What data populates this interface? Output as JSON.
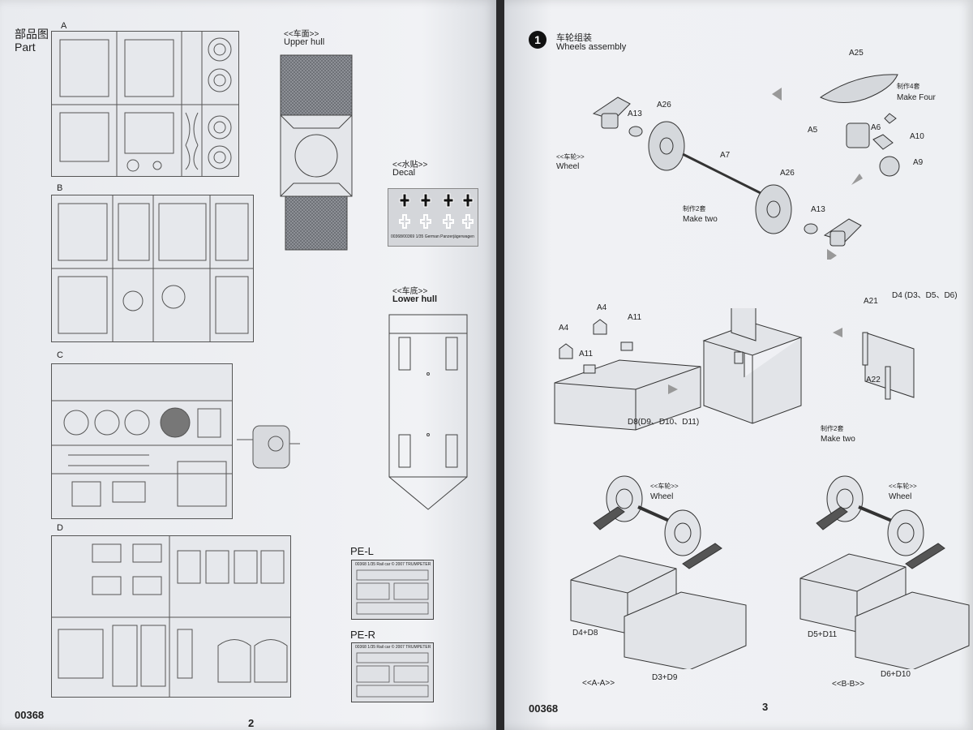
{
  "left_page": {
    "parts_title_cn": "部品图",
    "parts_title_en": "Part",
    "sprue_labels": [
      "A",
      "B",
      "C",
      "D"
    ],
    "upper_hull_cn": "<<车面>>",
    "upper_hull_en": "Upper hull",
    "decal_cn": "<<水贴>>",
    "decal_en": "Decal",
    "decal_sheet_caption": "00368/00369 1/35 German Panzerjägerwagen",
    "lower_hull_cn": "<<车底>>",
    "lower_hull_en": "Lower hull",
    "pe_left_label": "PE-L",
    "pe_right_label": "PE-R",
    "pe_left_caption": "00368 1/35 Rail car      © 2007 TRUMPETER",
    "pe_right_caption": "00368 1/35 Rail car      © 2007 TRUMPETER",
    "footer_code": "00368",
    "page_number": "2"
  },
  "right_page": {
    "step_number": "1",
    "step_title_cn": "车轮组装",
    "step_title_en": "Wheels assembly",
    "part_labels": {
      "a25": "A25",
      "a13_top": "A13",
      "a26_top": "A26",
      "a5": "A5",
      "a6": "A6",
      "a10": "A10",
      "a9": "A9",
      "a7": "A7",
      "a26_bottom": "A26",
      "a13_bottom": "A13",
      "a4_top": "A4",
      "a11_top": "A11",
      "a4_left": "A4",
      "a11_left": "A11",
      "d8": "D8(D9、D10、D11)",
      "a21": "A21",
      "d4": "D4 (D3、D5、D6)",
      "a22": "A22",
      "d4d8": "D4+D8",
      "d3d9": "D3+D9",
      "d5d11": "D5+D11",
      "d6d10": "D6+D10"
    },
    "make_four_cn": "制作4套",
    "make_four_en": "Make Four",
    "wheel_cn": "<<车轮>>",
    "wheel_en": "Wheel",
    "make_two_cn": "制作2套",
    "make_two_en": "Make two",
    "make_two2_cn": "制作2套",
    "make_two2_en": "Make two",
    "wheel_a_cn": "<<车轮>>",
    "wheel_a_en": "Wheel",
    "wheel_b_cn": "<<车轮>>",
    "wheel_b_en": "Wheel",
    "section_a": "<<A-A>>",
    "section_b": "<<B-B>>",
    "footer_code": "00368",
    "page_number": "3"
  }
}
